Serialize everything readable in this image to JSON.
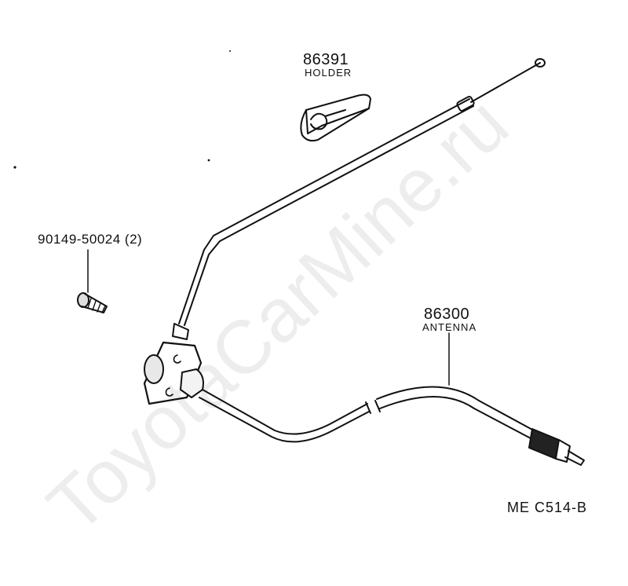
{
  "parts": {
    "holder": {
      "number": "86391",
      "name": "HOLDER"
    },
    "screw": {
      "number": "90149-50024 (2)"
    },
    "antenna": {
      "number": "86300",
      "name": "ANTENNA"
    }
  },
  "drawing_ref": "ME  C514-B",
  "watermark": "ToyotaCarMine.ru"
}
